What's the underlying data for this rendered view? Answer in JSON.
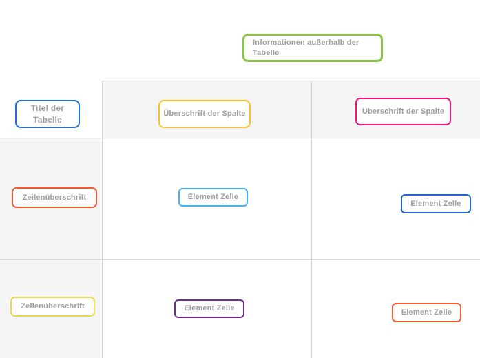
{
  "diagram": {
    "outside_note": {
      "text": "Informationen außerhalb der Tabelle",
      "border_color": "#8bc34a"
    },
    "table_title": {
      "text": "Titel der Tabelle",
      "border_color": "#1e6fd6"
    },
    "column_headers": [
      {
        "text": "Überschrift der Spalte",
        "border_color": "#fbc02d"
      },
      {
        "text": "Überschrift der Spalte",
        "border_color": "#f0147a"
      }
    ],
    "rows": [
      {
        "row_header": {
          "text": "Zeilenüberschrift",
          "border_color": "#f45b32"
        },
        "cells": [
          {
            "text": "Element Zelle",
            "border_color": "#49b2f4"
          },
          {
            "text": "Element Zelle",
            "border_color": "#2264c8"
          }
        ]
      },
      {
        "row_header": {
          "text": "Zeilenüberschrift",
          "border_color": "#e9d94b"
        },
        "cells": [
          {
            "text": "Element Zelle",
            "border_color": "#6b2e8f"
          },
          {
            "text": "Element Zelle",
            "border_color": "#f45b32"
          }
        ]
      }
    ],
    "colors": {
      "grid_line": "#d6d6d6",
      "band_fill": "#f5f5f5",
      "label_text": "#9e9e9e"
    }
  }
}
